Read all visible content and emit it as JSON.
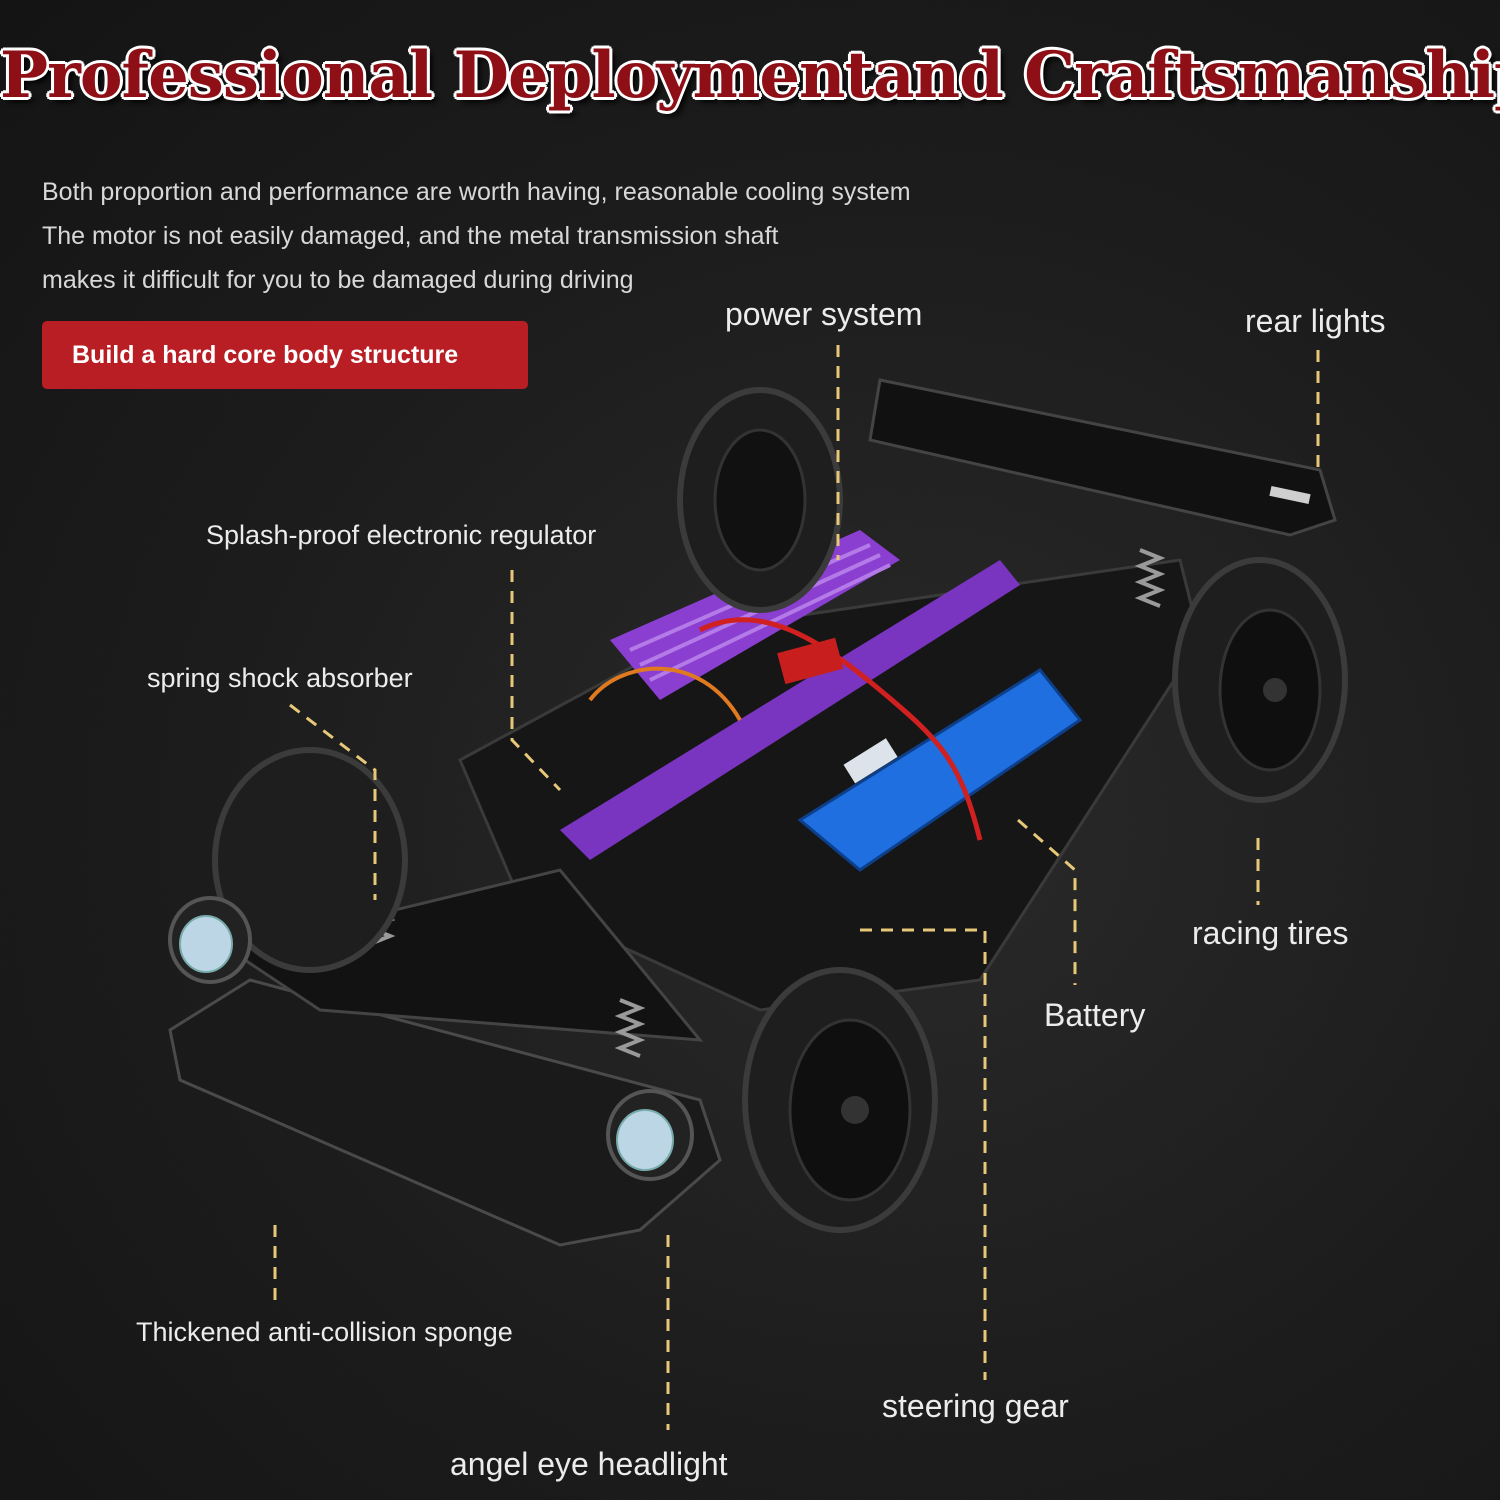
{
  "headline": "Professional Deploymentand Craftsmanship",
  "description": [
    "Both proportion and performance are worth having, reasonable cooling system",
    "The motor is not easily damaged, and the metal transmission shaft",
    "makes it difficult for you to be damaged during driving"
  ],
  "badge": "Build a hard core body structure",
  "callouts": {
    "power_system": "power system",
    "rear_lights": "rear lights",
    "regulator": "Splash-proof electronic regulator",
    "shock": "spring shock absorber",
    "racing_tires": "racing tires",
    "battery": "Battery",
    "sponge": "Thickened anti-collision sponge",
    "steering_gear": "steering gear",
    "headlight": "angel eye headlight"
  },
  "colors": {
    "headline": "#8e1016",
    "badge": "#b81e24",
    "leader_line": "#e6c878",
    "heatsink": "#8a3fd0",
    "battery": "#1f6fe0"
  }
}
